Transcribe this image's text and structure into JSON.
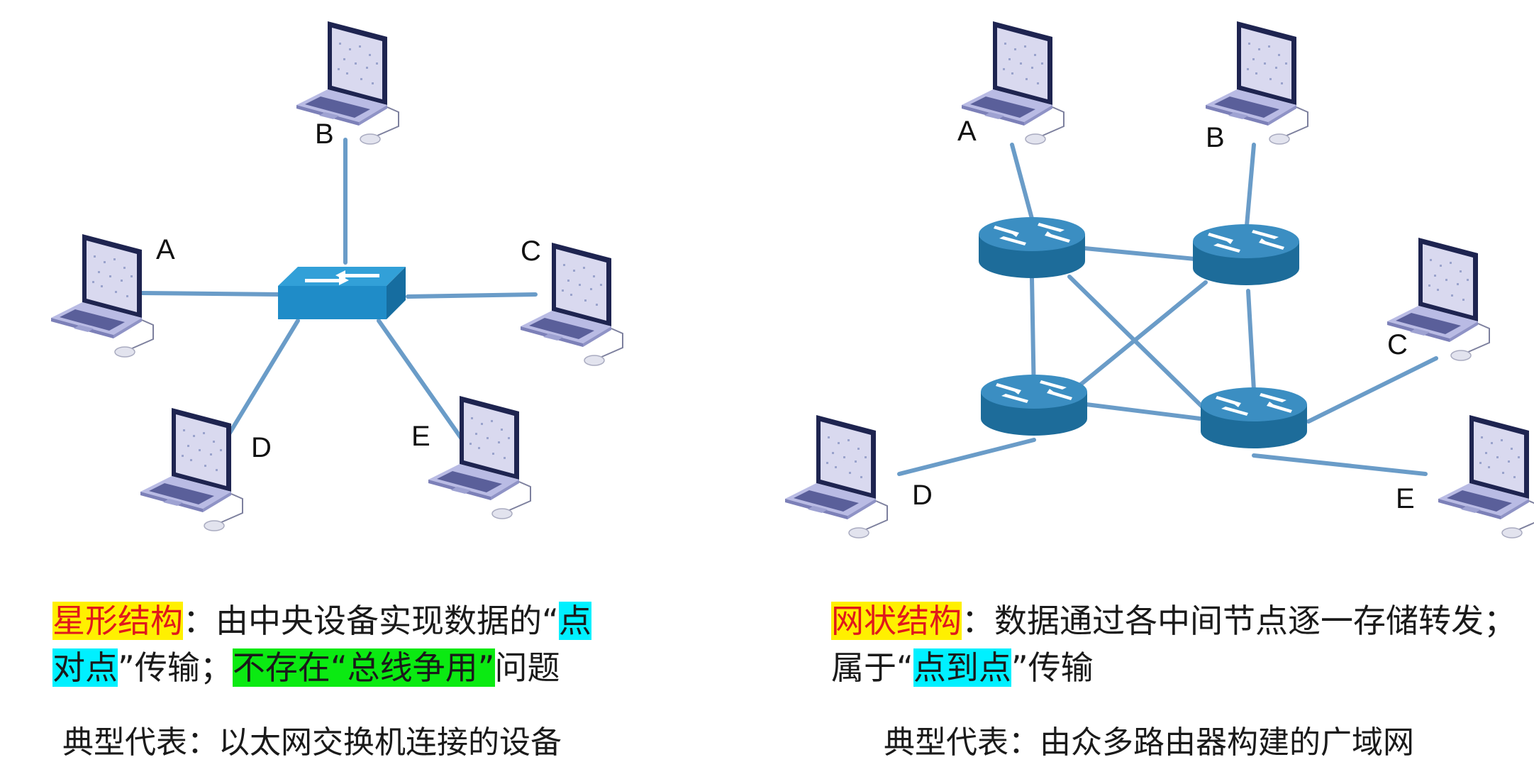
{
  "colors": {
    "link": "#6a9cc8",
    "switch": "#1f8cc8",
    "router": "#1d6c9a",
    "laptop_screen": "#d9d9ef",
    "laptop_frame": "#1e2450",
    "laptop_body": "#b9bbe4",
    "highlight_yellow": "#fff000",
    "highlight_cyan": "#00f0ff",
    "highlight_green": "#0bea12",
    "title_red": "#e0191b"
  },
  "star": {
    "hub_icon": "switch-icon",
    "labels": {
      "a": "A",
      "b": "B",
      "c": "C",
      "d": "D",
      "e": "E"
    },
    "caption": {
      "title": "星形结构",
      "text1": "：由中央设备实现数据的“",
      "hl1a": "点",
      "hl1b": "对点",
      "text2": "”传输；",
      "hl2": "不存在“总线争用”",
      "text3": "问题"
    },
    "example": "典型代表：以太网交换机连接的设备"
  },
  "mesh": {
    "node_icon": "router-icon",
    "labels": {
      "a": "A",
      "b": "B",
      "c": "C",
      "d": "D",
      "e": "E"
    },
    "caption": {
      "title": "网状结构",
      "text1": "：数据通过各中间节点逐一存储转发；",
      "text2": "属于“",
      "hl1": "点到点",
      "text3": "”传输"
    },
    "example": "典型代表：由众多路由器构建的广域网"
  }
}
